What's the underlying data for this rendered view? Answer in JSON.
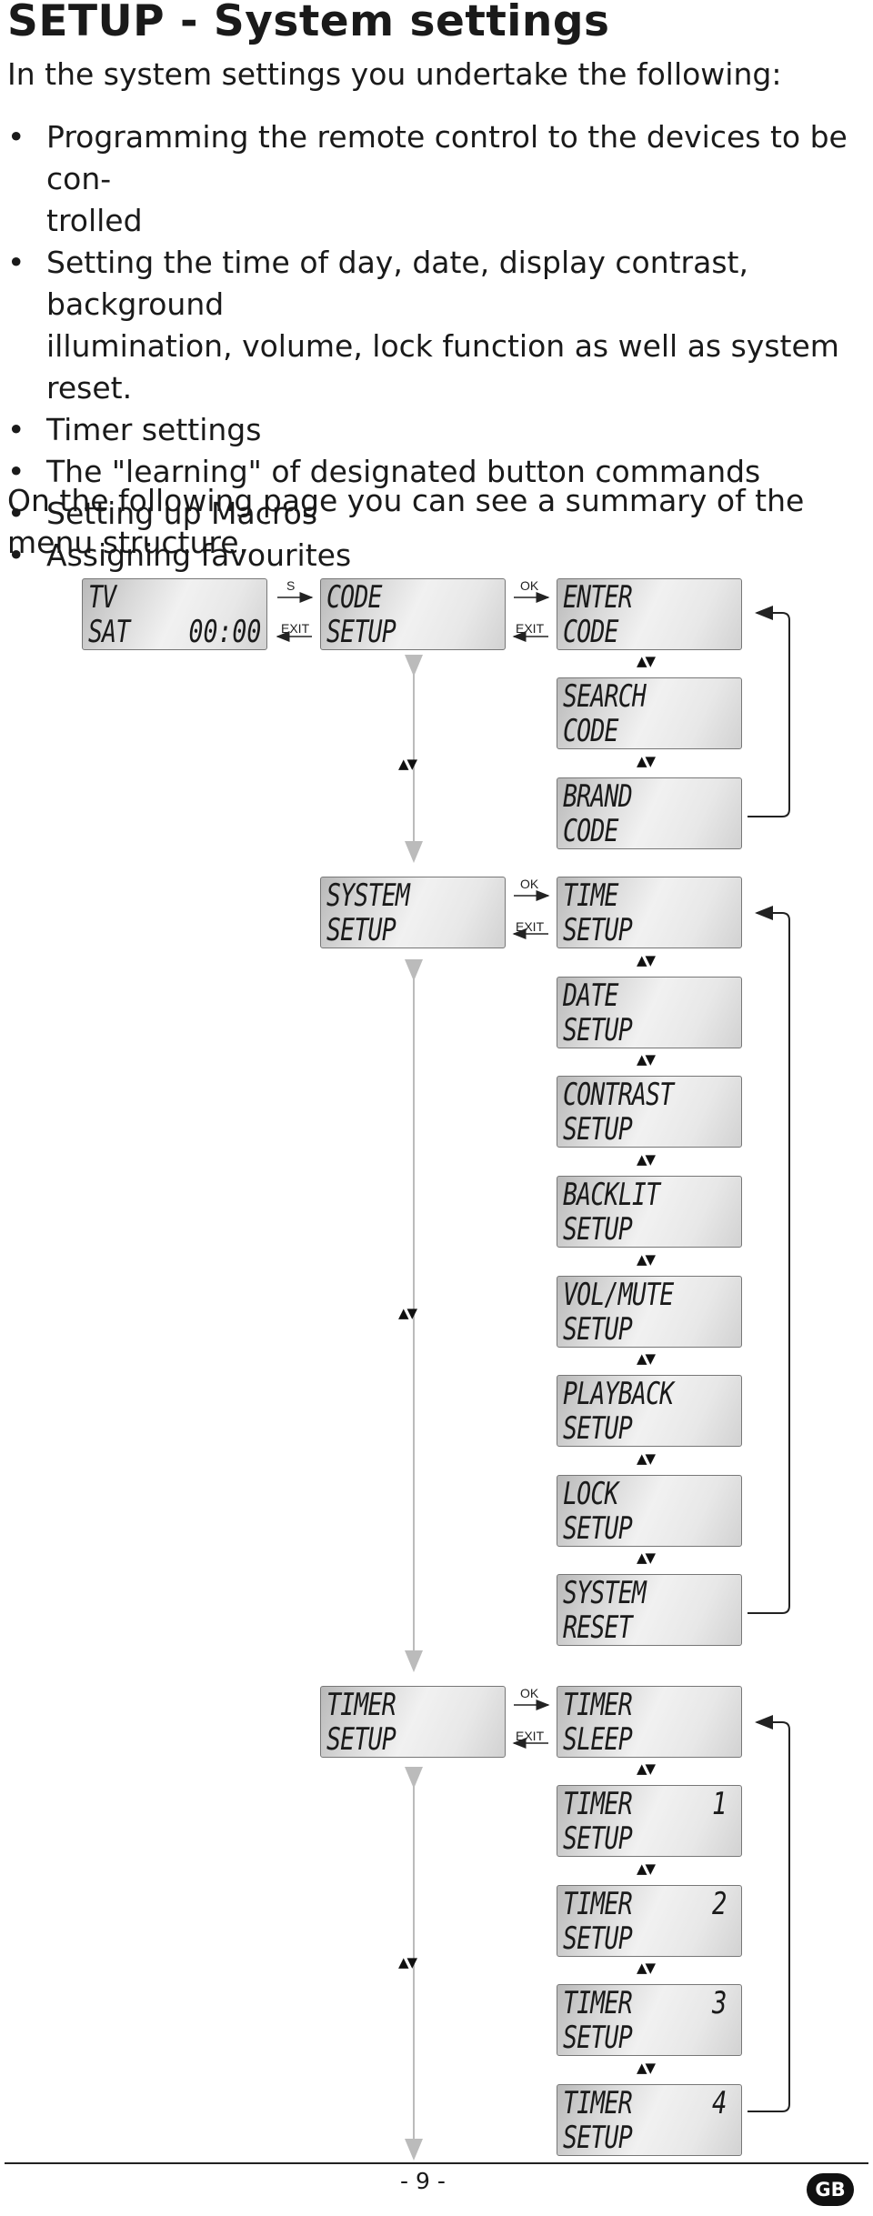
{
  "title": "SETUP - System settings",
  "intro": "In the system settings you undertake the following:",
  "bullets": [
    {
      "line1": "Programming the remote control to the devices to be con-",
      "line2": "trolled"
    },
    {
      "line1": "Setting the time of day, date, display contrast, background",
      "line2": "illumination, volume, lock function as well as system reset."
    },
    {
      "line1": "Timer settings"
    },
    {
      "line1": "The \"learning\" of designated button commands"
    },
    {
      "line1": "Setting up Macros"
    },
    {
      "line1": "Assigning favourites"
    }
  ],
  "summary": "On the following page you can see a summary of the menu structure.",
  "nav_labels": {
    "s": "S",
    "ok": "OK",
    "exit": "EXIT"
  },
  "updown": "▲▼",
  "screens": {
    "home": {
      "l1": "TV",
      "l2": "SAT",
      "time": "00:00"
    },
    "code_setup": {
      "l1": "CODE",
      "l2": "SETUP"
    },
    "enter_code": {
      "l1": "ENTER",
      "l2": "CODE"
    },
    "search_code": {
      "l1": "SEARCH",
      "l2": "CODE"
    },
    "brand_code": {
      "l1": "BRAND",
      "l2": "CODE"
    },
    "system_setup": {
      "l1": "SYSTEM",
      "l2": "SETUP"
    },
    "time_setup": {
      "l1": "TIME",
      "l2": "SETUP"
    },
    "date_setup": {
      "l1": "DATE",
      "l2": "SETUP"
    },
    "contrast_setup": {
      "l1": "CONTRAST",
      "l2": "SETUP"
    },
    "backlit_setup": {
      "l1": "BACKLIT",
      "l2": "SETUP"
    },
    "volmute_setup": {
      "l1": "VOL/MUTE",
      "l2": "SETUP"
    },
    "playback_setup": {
      "l1": "PLAYBACK",
      "l2": "SETUP"
    },
    "lock_setup": {
      "l1": "LOCK",
      "l2": "SETUP"
    },
    "system_reset": {
      "l1": "SYSTEM",
      "l2": "RESET"
    },
    "timer_setup": {
      "l1": "TIMER",
      "l2": "SETUP"
    },
    "timer_sleep": {
      "l1": "TIMER",
      "l2": "SLEEP"
    },
    "timer1": {
      "l1": "TIMER",
      "num": "1",
      "l2": "SETUP"
    },
    "timer2": {
      "l1": "TIMER",
      "num": "2",
      "l2": "SETUP"
    },
    "timer3": {
      "l1": "TIMER",
      "num": "3",
      "l2": "SETUP"
    },
    "timer4": {
      "l1": "TIMER",
      "num": "4",
      "l2": "SETUP"
    }
  },
  "footer": {
    "page": "- 9 -",
    "lang": "GB"
  }
}
